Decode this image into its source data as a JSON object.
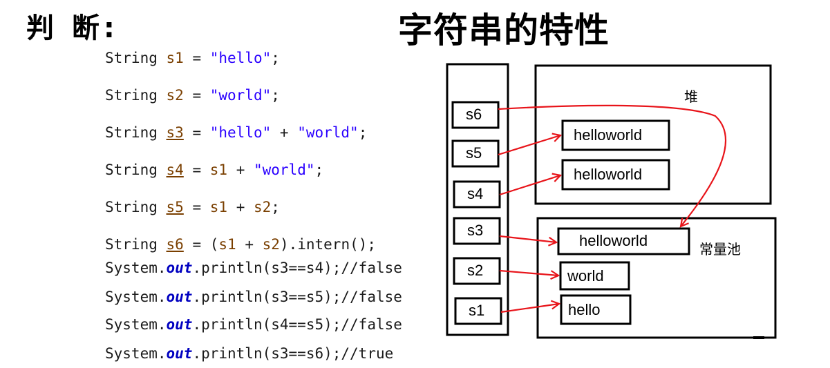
{
  "heading": {
    "left": "判 断:",
    "title": "字符串的特性"
  },
  "code": {
    "decls": [
      {
        "type": "String",
        "var": "s1",
        "eq": " = ",
        "rhs": [
          {
            "t": "str",
            "v": "\"hello\""
          }
        ],
        "end": ";"
      },
      {
        "type": "String",
        "var": "s2",
        "eq": " = ",
        "rhs": [
          {
            "t": "str",
            "v": "\"world\""
          }
        ],
        "end": ";"
      },
      {
        "type": "String",
        "var": "s3",
        "eq": " = ",
        "rhs": [
          {
            "t": "str",
            "v": "\"hello\""
          },
          {
            "t": "plain",
            "v": " + "
          },
          {
            "t": "str",
            "v": "\"world\""
          }
        ],
        "end": ";"
      },
      {
        "type": "String",
        "var": "s4",
        "eq": " = ",
        "rhs": [
          {
            "t": "var",
            "v": "s1"
          },
          {
            "t": "plain",
            "v": " + "
          },
          {
            "t": "str",
            "v": "\"world\""
          }
        ],
        "end": ";"
      },
      {
        "type": "String",
        "var": "s5",
        "eq": " = ",
        "rhs": [
          {
            "t": "var",
            "v": "s1"
          },
          {
            "t": "plain",
            "v": " + "
          },
          {
            "t": "var",
            "v": "s2"
          }
        ],
        "end": ";"
      },
      {
        "type": "String",
        "var": "s6",
        "eq": " = ",
        "rhs": [
          {
            "t": "plain",
            "v": "("
          },
          {
            "t": "var",
            "v": "s1"
          },
          {
            "t": "plain",
            "v": " + "
          },
          {
            "t": "var",
            "v": "s2"
          },
          {
            "t": "plain",
            "v": ").intern()"
          }
        ],
        "end": ";"
      }
    ],
    "prints": [
      {
        "cls": "System.",
        "field": "out",
        "call": ".println(s3==s4);",
        "comment": "//false"
      },
      {
        "cls": "System.",
        "field": "out",
        "call": ".println(s3==s5);",
        "comment": "//false"
      },
      {
        "cls": "System.",
        "field": "out",
        "call": ".println(s4==s5);",
        "comment": "//false"
      },
      {
        "cls": "System.",
        "field": "out",
        "call": ".println(s3==s6);",
        "comment": "//true"
      }
    ]
  },
  "diagram": {
    "heap_label": "堆",
    "pool_label": "常量池",
    "stack_vars": [
      "s6",
      "s5",
      "s4",
      "s3",
      "s2",
      "s1"
    ],
    "heap_objects": [
      "helloworld",
      "helloworld"
    ],
    "pool_objects": [
      "helloworld",
      "world",
      "hello"
    ],
    "arrow_color": "#e8141a"
  }
}
